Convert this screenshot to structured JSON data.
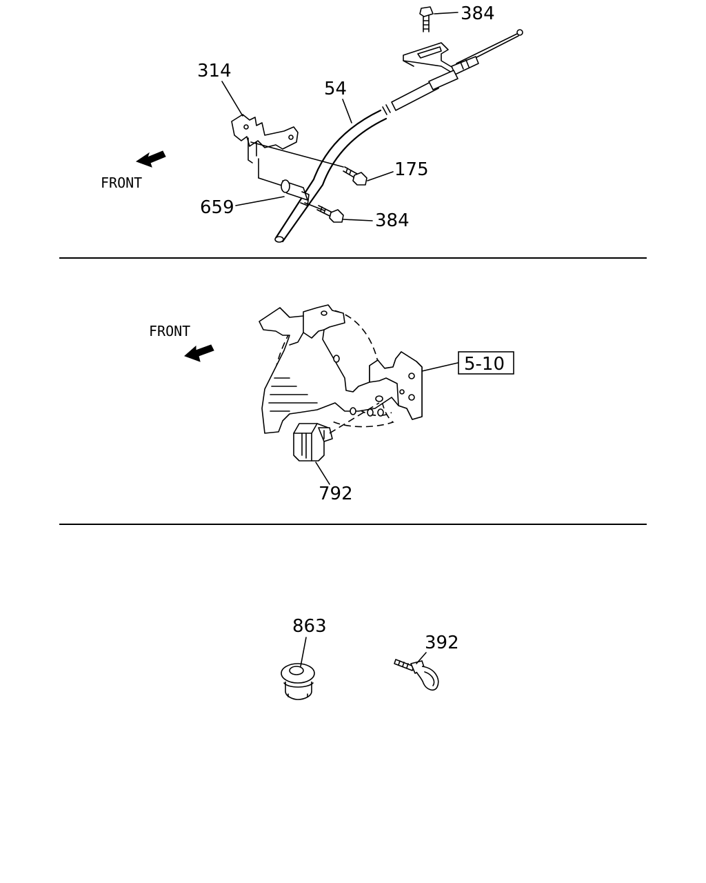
{
  "sections": [
    {
      "front_label": "FRONT",
      "callouts": {
        "bolt_top": "384",
        "bracket": "314",
        "cable": "54",
        "bolt_side": "175",
        "clamp": "659",
        "bolt_bottom": "384"
      }
    },
    {
      "front_label": "FRONT",
      "callouts": {
        "ref_box": "5-10",
        "relay": "792"
      }
    },
    {
      "callouts": {
        "grommet": "863",
        "cable_tie": "392"
      }
    }
  ]
}
